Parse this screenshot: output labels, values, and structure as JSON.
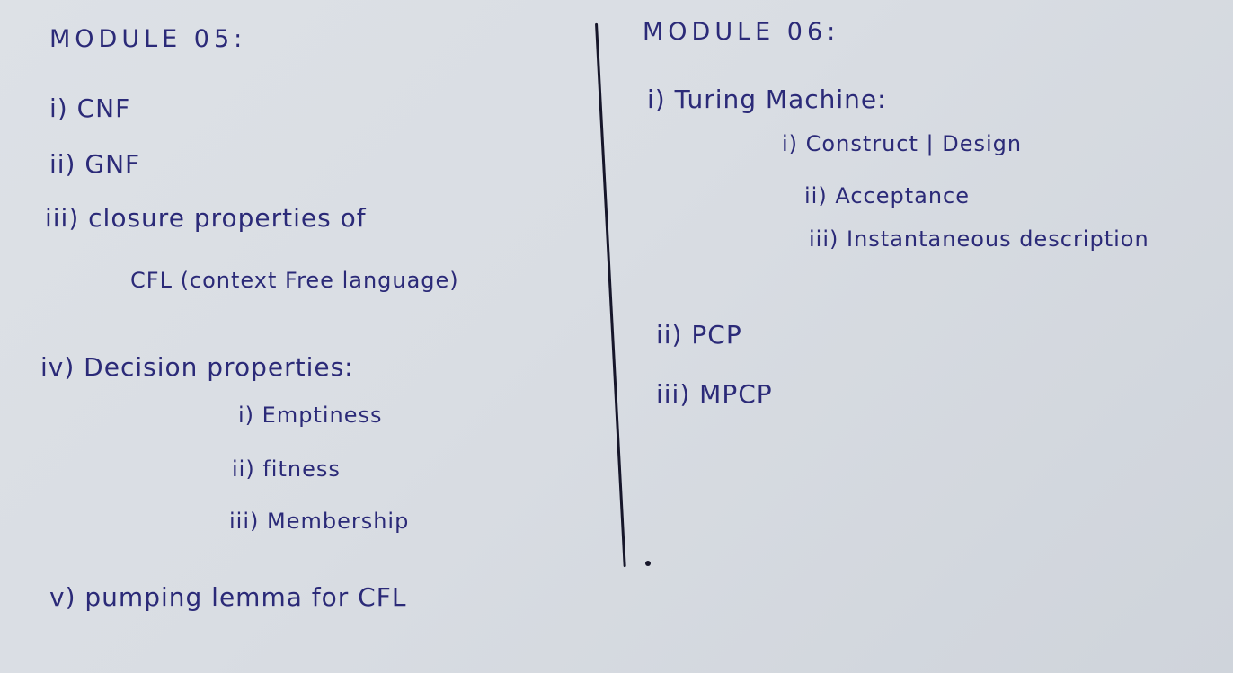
{
  "module05": {
    "heading": "MODULE 05:",
    "items": [
      "i) CNF",
      "ii) GNF",
      "iii) closure properties of",
      "CFL (context Free language)",
      "iv) Decision properties:",
      "i) Emptiness",
      "ii) fitness",
      "iii) Membership",
      "v) pumping lemma for CFL"
    ]
  },
  "module06": {
    "heading": "MODULE 06:",
    "items": [
      "i) Turing Machine:",
      "i) Construct | Design",
      "ii) Acceptance",
      "iii) Instantaneous description",
      "ii) PCP",
      "iii) MPCP"
    ]
  }
}
